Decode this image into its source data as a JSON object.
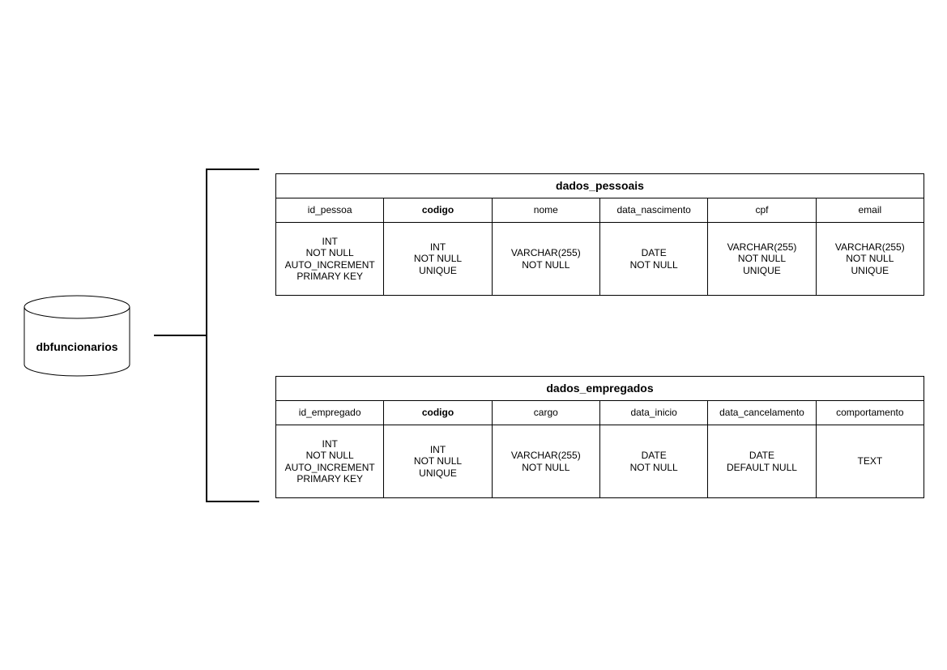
{
  "database": {
    "name": "dbfuncionarios"
  },
  "tables": [
    {
      "name": "dados_pessoais",
      "columns": [
        {
          "name": "id_pessoa",
          "type": "INT\nNOT NULL\nAUTO_INCREMENT\nPRIMARY KEY"
        },
        {
          "name": "codigo",
          "type": "INT\nNOT NULL\nUNIQUE"
        },
        {
          "name": "nome",
          "type": "VARCHAR(255)\nNOT NULL"
        },
        {
          "name": "data_nascimento",
          "type": "DATE\nNOT NULL"
        },
        {
          "name": "cpf",
          "type": "VARCHAR(255)\nNOT NULL\nUNIQUE"
        },
        {
          "name": "email",
          "type": "VARCHAR(255)\nNOT NULL\nUNIQUE"
        }
      ]
    },
    {
      "name": "dados_empregados",
      "columns": [
        {
          "name": "id_empregado",
          "type": "INT\nNOT NULL\nAUTO_INCREMENT\nPRIMARY KEY"
        },
        {
          "name": "codigo",
          "type": "INT\nNOT NULL\nUNIQUE"
        },
        {
          "name": "cargo",
          "type": "VARCHAR(255)\nNOT NULL"
        },
        {
          "name": "data_inicio",
          "type": "DATE\nNOT NULL"
        },
        {
          "name": "data_cancelamento",
          "type": "DATE\nDEFAULT NULL"
        },
        {
          "name": "comportamento",
          "type": "TEXT"
        }
      ]
    }
  ]
}
